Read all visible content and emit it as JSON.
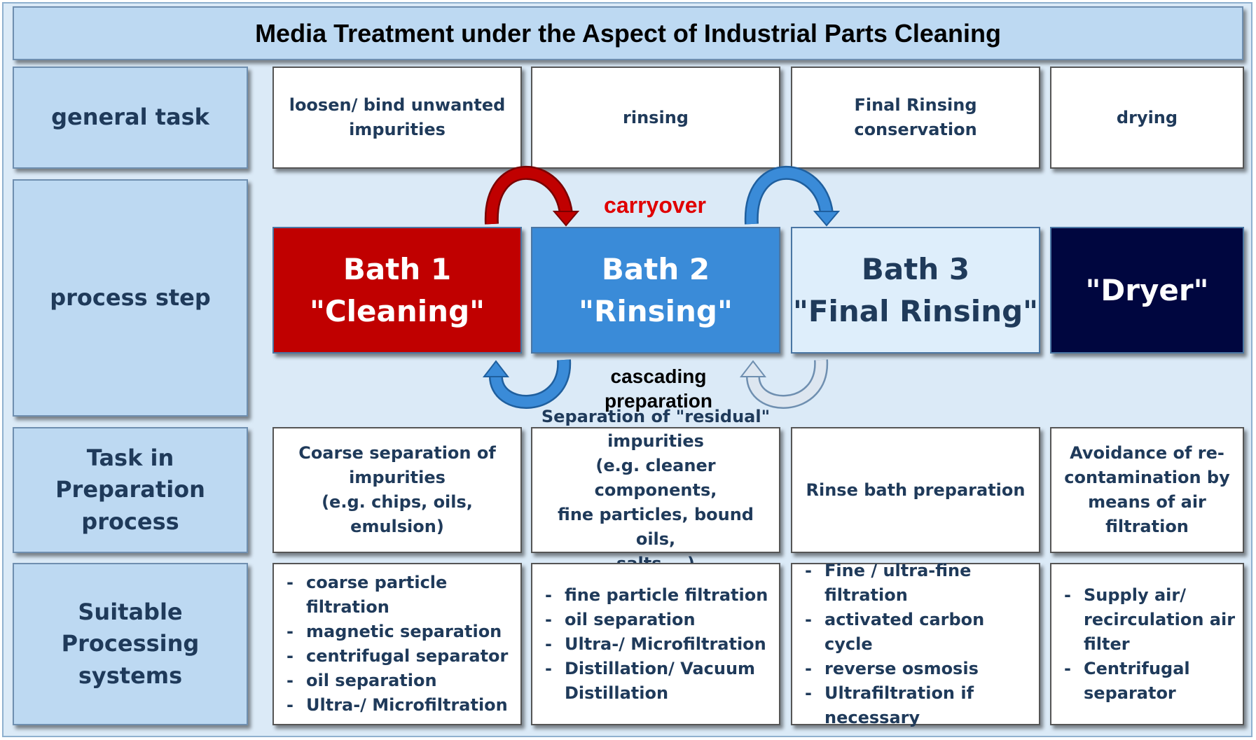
{
  "title": "Media Treatment under the Aspect of Industrial Parts Cleaning",
  "rows": {
    "general_task": "general task",
    "process_step": "process step",
    "task_in_preparation": "Task in\nPreparation\nprocess",
    "suitable_systems": "Suitable\nProcessing systems"
  },
  "general_tasks": [
    "loosen/ bind unwanted\nimpurities",
    "rinsing",
    "Final Rinsing\nconservation",
    "drying"
  ],
  "baths": [
    {
      "label": "Bath 1\n\"Cleaning\"",
      "color": "#c00000",
      "text_color": "#ffffff"
    },
    {
      "label": "Bath 2\n\"Rinsing\"",
      "color": "#3a8bd8",
      "text_color": "#ffffff"
    },
    {
      "label": "Bath 3\n\"Final Rinsing\"",
      "color": "#deeefb",
      "text_color": "#1f3a5a"
    },
    {
      "label": "\"Dryer\"",
      "color": "#00063f",
      "text_color": "#ffffff"
    }
  ],
  "carryover_label": "carryover",
  "cascading_label": "cascading\npreparation",
  "preparation_tasks": [
    "Coarse separation of\nimpurities\n(e.g. chips, oils, emulsion)",
    "Separation of \"residual\"\nimpurities\n(e.g. cleaner components,\nfine particles, bound oils,\nsalts,...)",
    "Rinse bath preparation",
    "Avoidance of re-\ncontamination by\nmeans of air\nfiltration"
  ],
  "systems": [
    [
      "coarse particle filtration",
      "magnetic separation",
      "centrifugal separator",
      "oil separation",
      "Ultra-/ Microfiltration"
    ],
    [
      "fine particle filtration",
      "oil separation",
      "Ultra-/ Microfiltration",
      "Distillation/ Vacuum\nDistillation"
    ],
    [
      "Fine / ultra-fine\nfiltration",
      "activated carbon cycle",
      "reverse osmosis",
      "Ultrafiltration if\nnecessary"
    ],
    [
      "Supply air/\nrecirculation air\nfilter",
      "Centrifugal\nseparator"
    ]
  ],
  "colors": {
    "carryover_red": "#e00000",
    "arrow_red": "#c00000",
    "arrow_blue": "#3a8bd8",
    "arrow_light": "#dde6f0",
    "header_bg": "#bdd9f2",
    "frame_bg": "#dbeaf7"
  }
}
